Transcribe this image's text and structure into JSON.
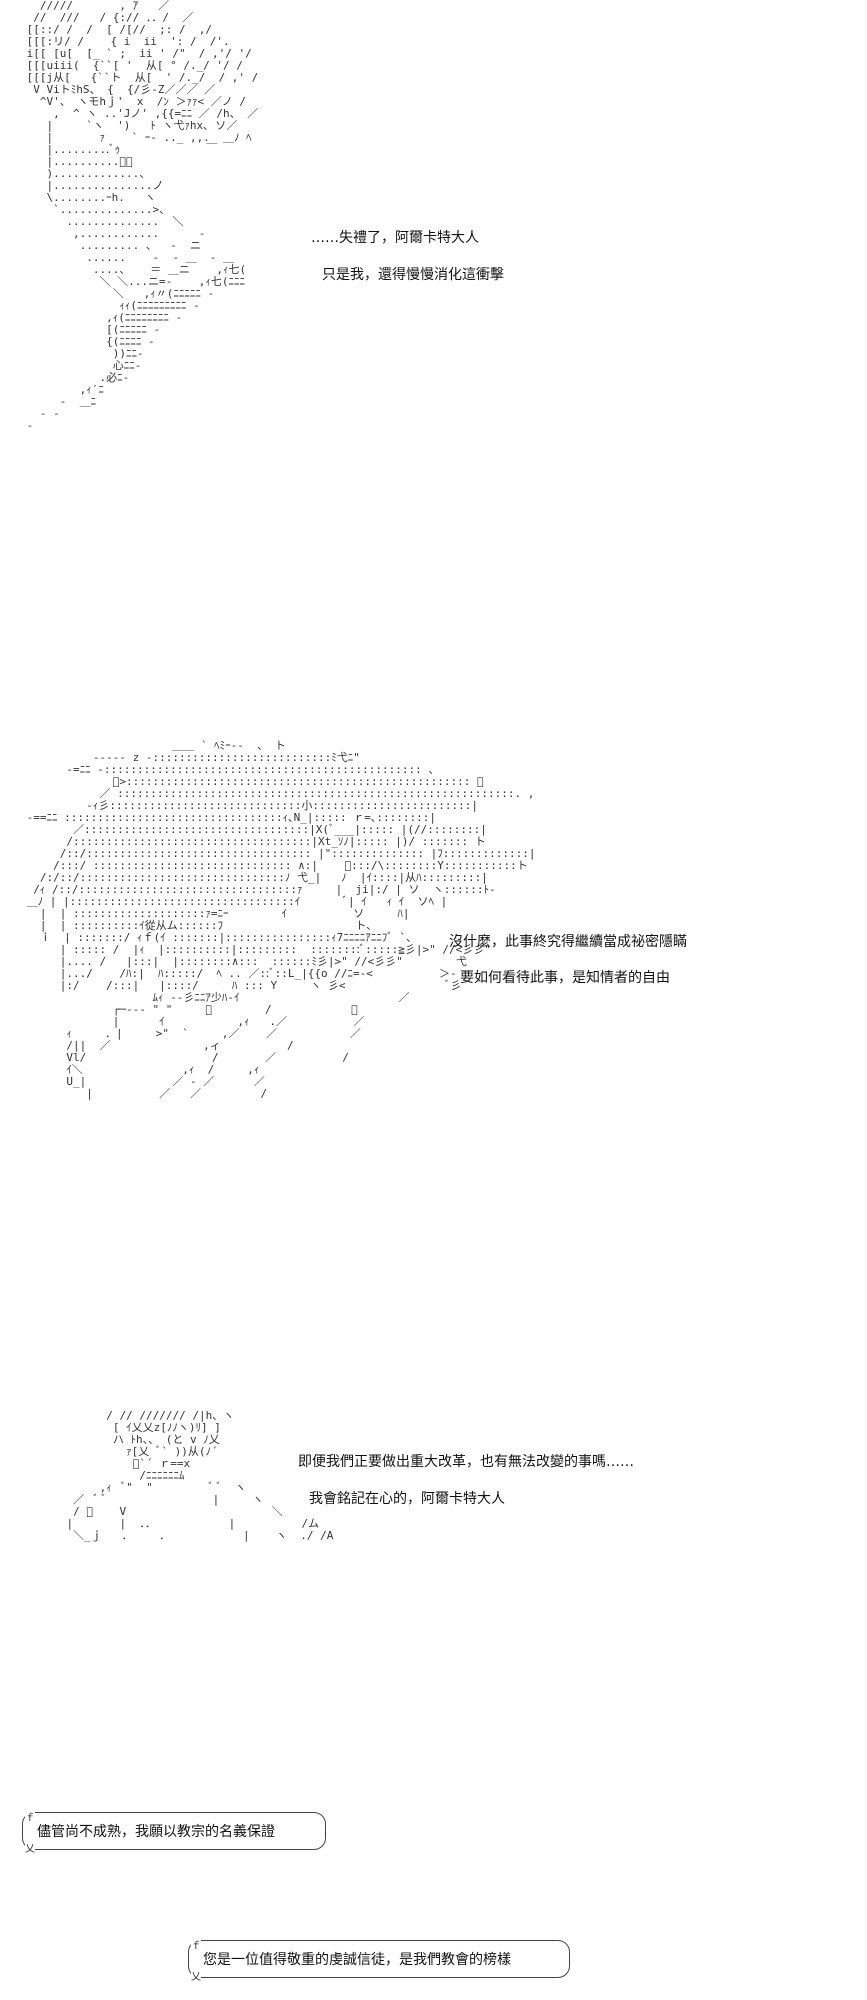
{
  "panels": [
    {
      "lines": [
        "……失禮了，阿爾卡特大人",
        "只是我，還得慢慢消化這衝擊"
      ]
    },
    {
      "lines": [
        "沒什麼，此事終究得繼續當成祕密隱瞞",
        "要如何看待此事，是知情者的自由"
      ]
    },
    {
      "lines": [
        "即便我們正要做出重大改革，也有無法改變的事嗎……",
        "我會銘記在心的，阿爾卡特大人"
      ]
    }
  ],
  "bubbles": [
    {
      "text": "儘管尚不成熟，我願以教宗的名義保證"
    },
    {
      "text": "您是一位值得敬重的虔誠信徒，是我們教會的榜樣"
    }
  ]
}
